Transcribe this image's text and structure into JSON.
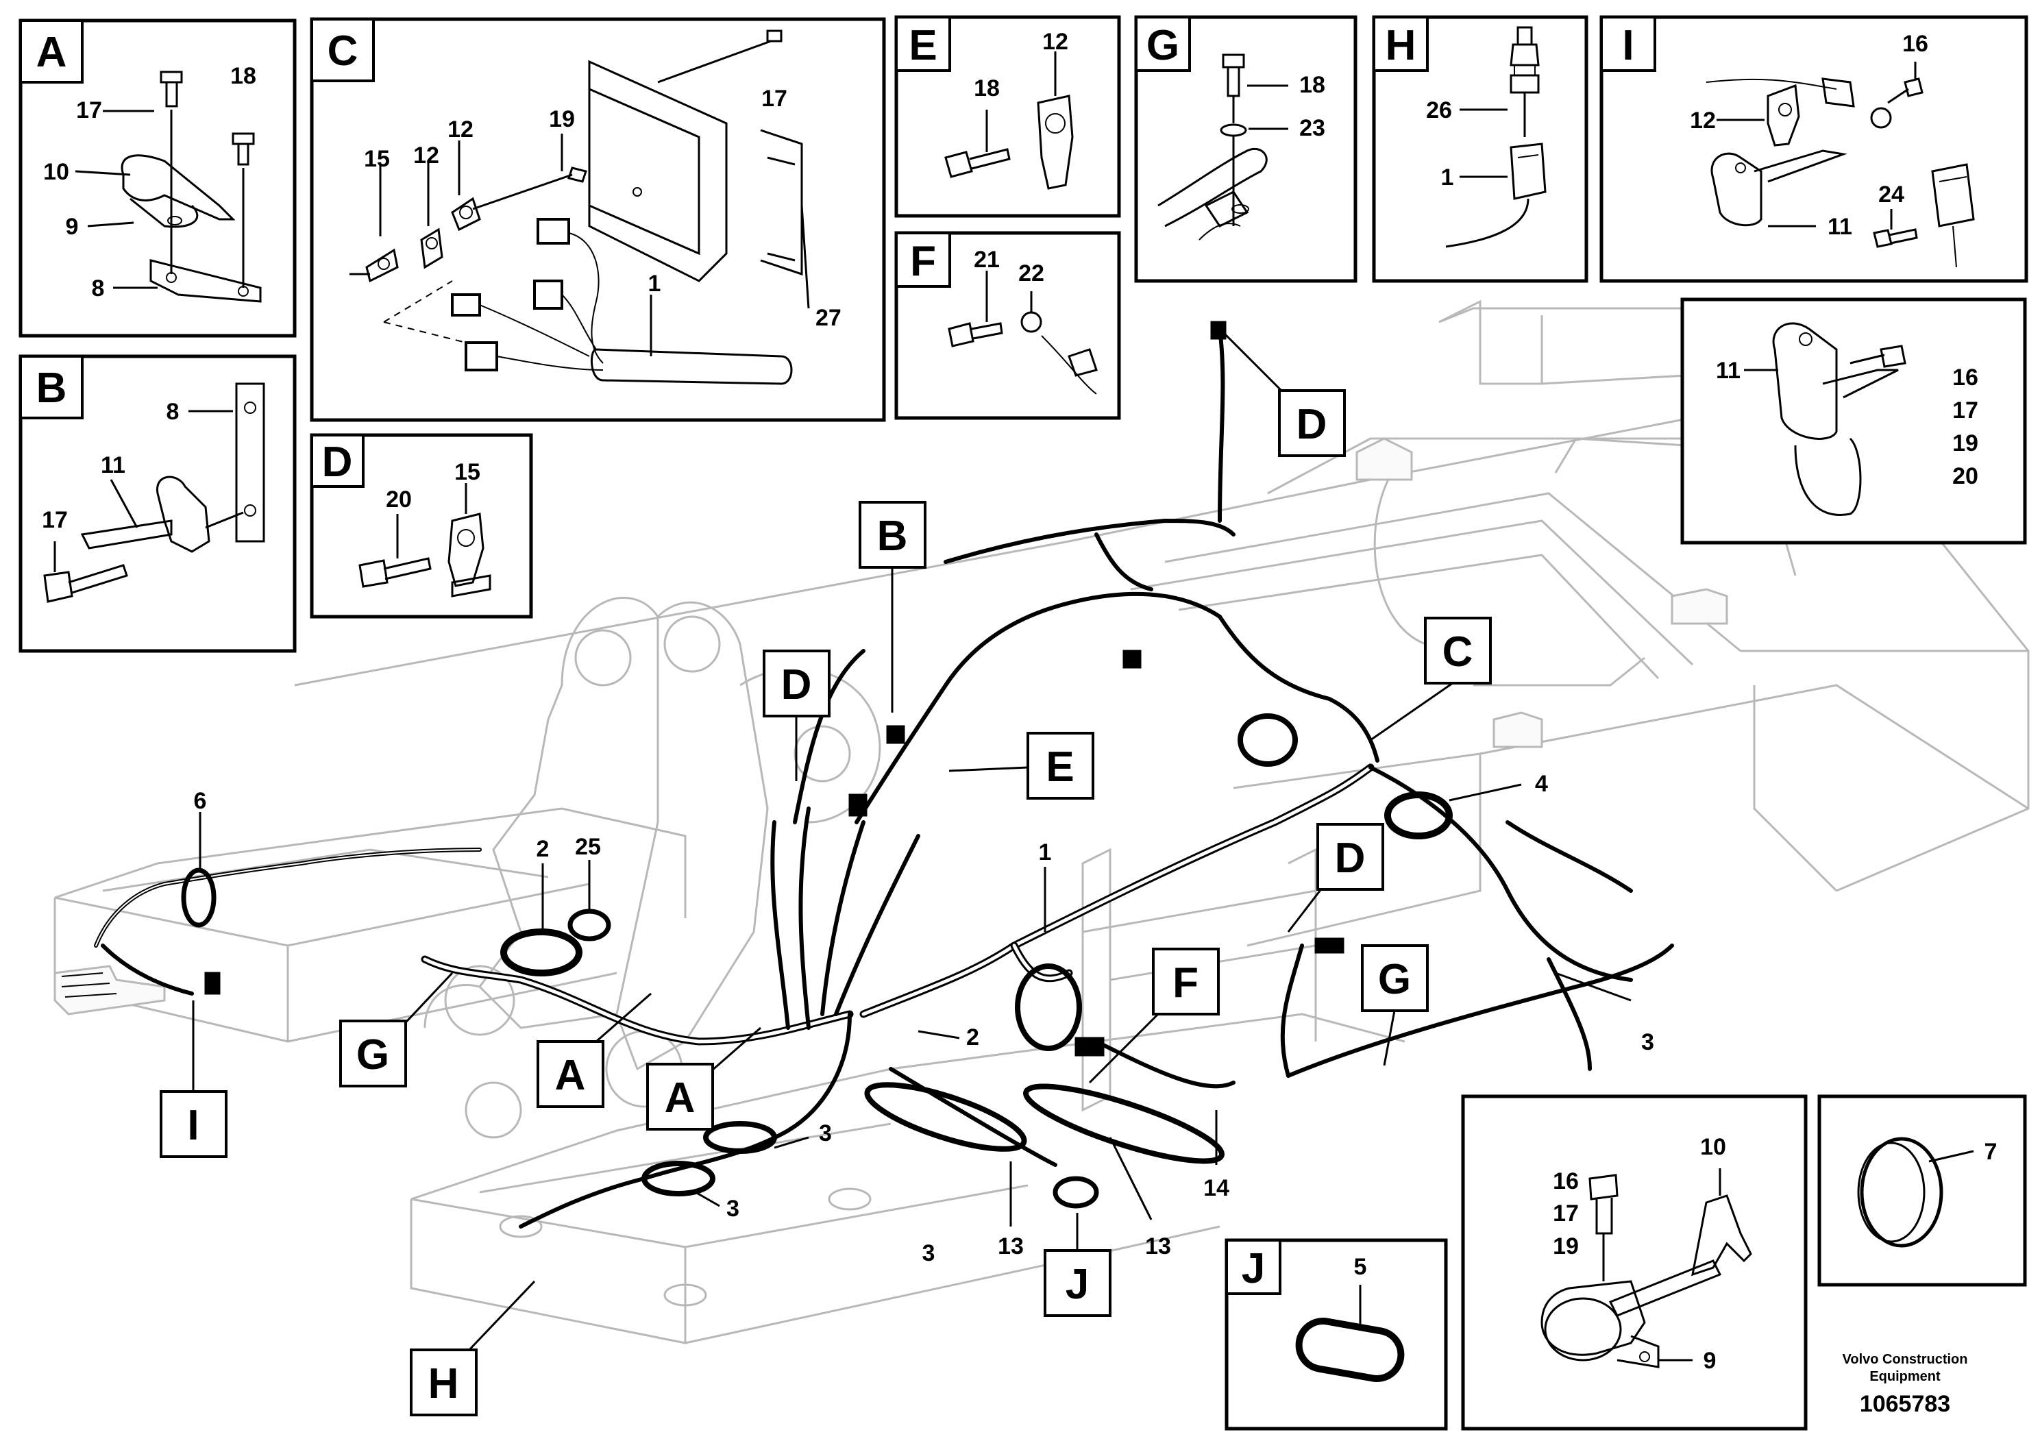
{
  "sections": {
    "A": {
      "letter": "A",
      "labels": [
        "17",
        "18",
        "10",
        "9",
        "8"
      ]
    },
    "B": {
      "letter": "B",
      "labels": [
        "8",
        "11",
        "17"
      ]
    },
    "C": {
      "letter": "C",
      "labels": [
        "17",
        "12",
        "19",
        "15",
        "12",
        "1",
        "27"
      ]
    },
    "D": {
      "letter": "D",
      "labels": [
        "15",
        "20"
      ]
    },
    "E": {
      "letter": "E",
      "labels": [
        "12",
        "18"
      ]
    },
    "F": {
      "letter": "F",
      "labels": [
        "21",
        "22"
      ]
    },
    "G": {
      "letter": "G",
      "labels": [
        "18",
        "23"
      ]
    },
    "H": {
      "letter": "H",
      "labels": [
        "26",
        "1"
      ]
    },
    "I": {
      "letter": "I",
      "labels": [
        "16",
        "12",
        "24",
        "11"
      ]
    },
    "K": {
      "labels": [
        "11",
        "16",
        "17",
        "19",
        "20"
      ]
    },
    "J": {
      "letter": "J",
      "labels": [
        "5"
      ]
    },
    "L": {
      "labels": [
        "16",
        "17",
        "19",
        "10",
        "9"
      ]
    },
    "M": {
      "labels": [
        "7"
      ]
    }
  },
  "main_callouts": [
    "B",
    "D",
    "D",
    "C",
    "E",
    "D",
    "G",
    "F",
    "A",
    "A",
    "G",
    "I",
    "H",
    "J"
  ],
  "main_numbers": [
    "6",
    "2",
    "25",
    "1",
    "4",
    "2",
    "3",
    "3",
    "3",
    "13",
    "13",
    "14",
    "3"
  ],
  "credit": {
    "line1": "Volvo Construction",
    "line2": "Equipment",
    "part_number": "1065783"
  }
}
